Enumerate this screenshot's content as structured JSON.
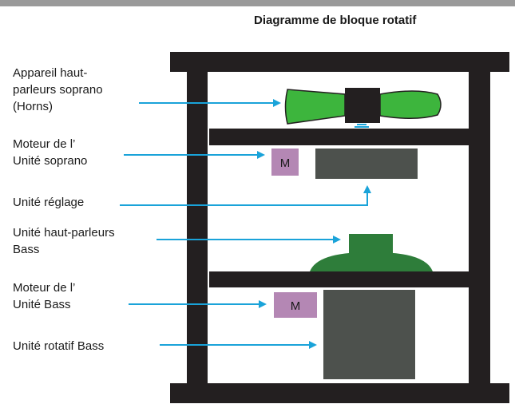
{
  "title": "Diagramme de bloque rotatif",
  "labels": {
    "horns": [
      "Appareil haut-",
      "parleurs soprano",
      "(Horns)"
    ],
    "soprano_motor": [
      "Moteur de l’",
      "Unité soprano"
    ],
    "adjust_unit": [
      "Unité réglage"
    ],
    "bass_speaker": [
      "Unité haut-parleurs",
      "Bass"
    ],
    "bass_motor": [
      "Moteur de l’",
      "Unité Bass"
    ],
    "bass_rotor": [
      "Unité rotatif Bass"
    ]
  },
  "motor_label": "M",
  "colors": {
    "frame": "#231f20",
    "horn_green": "#3db53d",
    "bass_speaker_green": "#2e7d3a",
    "rotor_gray": "#4d514d",
    "motor_purple": "#b487b4",
    "arrow_blue": "#1aa3d9",
    "top_rule": "#9a9a9a"
  }
}
